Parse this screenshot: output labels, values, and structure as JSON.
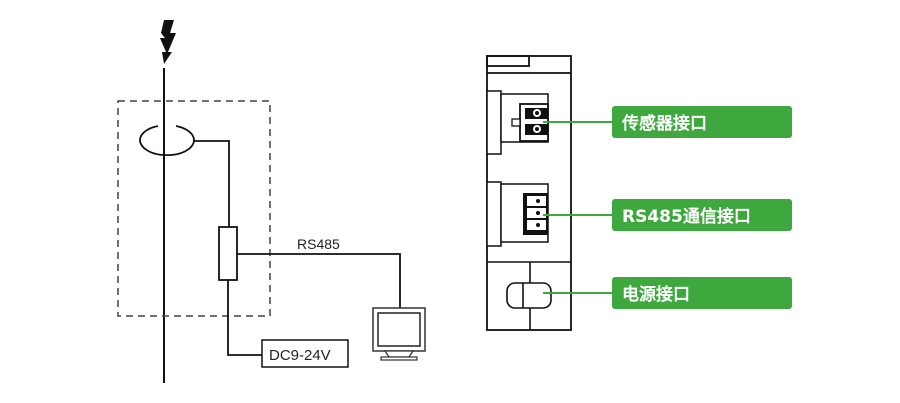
{
  "wiring": {
    "bus_label": "RS485",
    "power_label": "DC9-24V"
  },
  "device": {
    "callouts": [
      {
        "id": "sensor",
        "label": "传感器接口"
      },
      {
        "id": "rs485",
        "label": "RS485通信接口"
      },
      {
        "id": "power",
        "label": "电源接口"
      }
    ]
  },
  "colors": {
    "accent": "#3ea83e",
    "line": "#1a1a1a"
  }
}
